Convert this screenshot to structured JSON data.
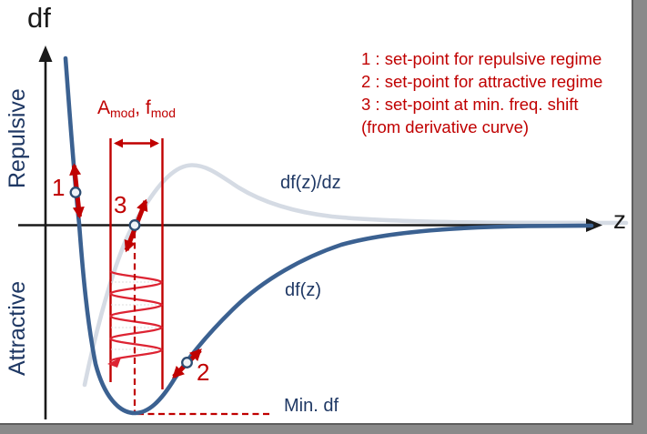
{
  "colors": {
    "curve_blue": "#3b6191",
    "curve_gray": "#d5dbe4",
    "annotation_red": "#c00000",
    "sine_red": "#dd2433",
    "label_navy": "#1f3864",
    "axis_black": "#1a1a1a",
    "frame_gray": "#8a8a8a",
    "background": "#ffffff"
  },
  "axes": {
    "y_title": "df",
    "x_title": "z",
    "upper_region": "Repulsive",
    "lower_region": "Attractive"
  },
  "curves": {
    "main_label": "df(z)",
    "derivative_label": "df(z)/dz"
  },
  "annotations": {
    "modulation": {
      "p1": "A",
      "s1": "mod",
      "p2": ", f",
      "s2": "mod"
    },
    "min_df": "Min. df",
    "point1": "1",
    "point2": "2",
    "point3": "3"
  },
  "legend": {
    "lines": [
      "1 : set-point for repulsive regime",
      "2 : set-point for attractive regime",
      "3 : set-point at min. freq. shift",
      "(from derivative curve)"
    ]
  }
}
